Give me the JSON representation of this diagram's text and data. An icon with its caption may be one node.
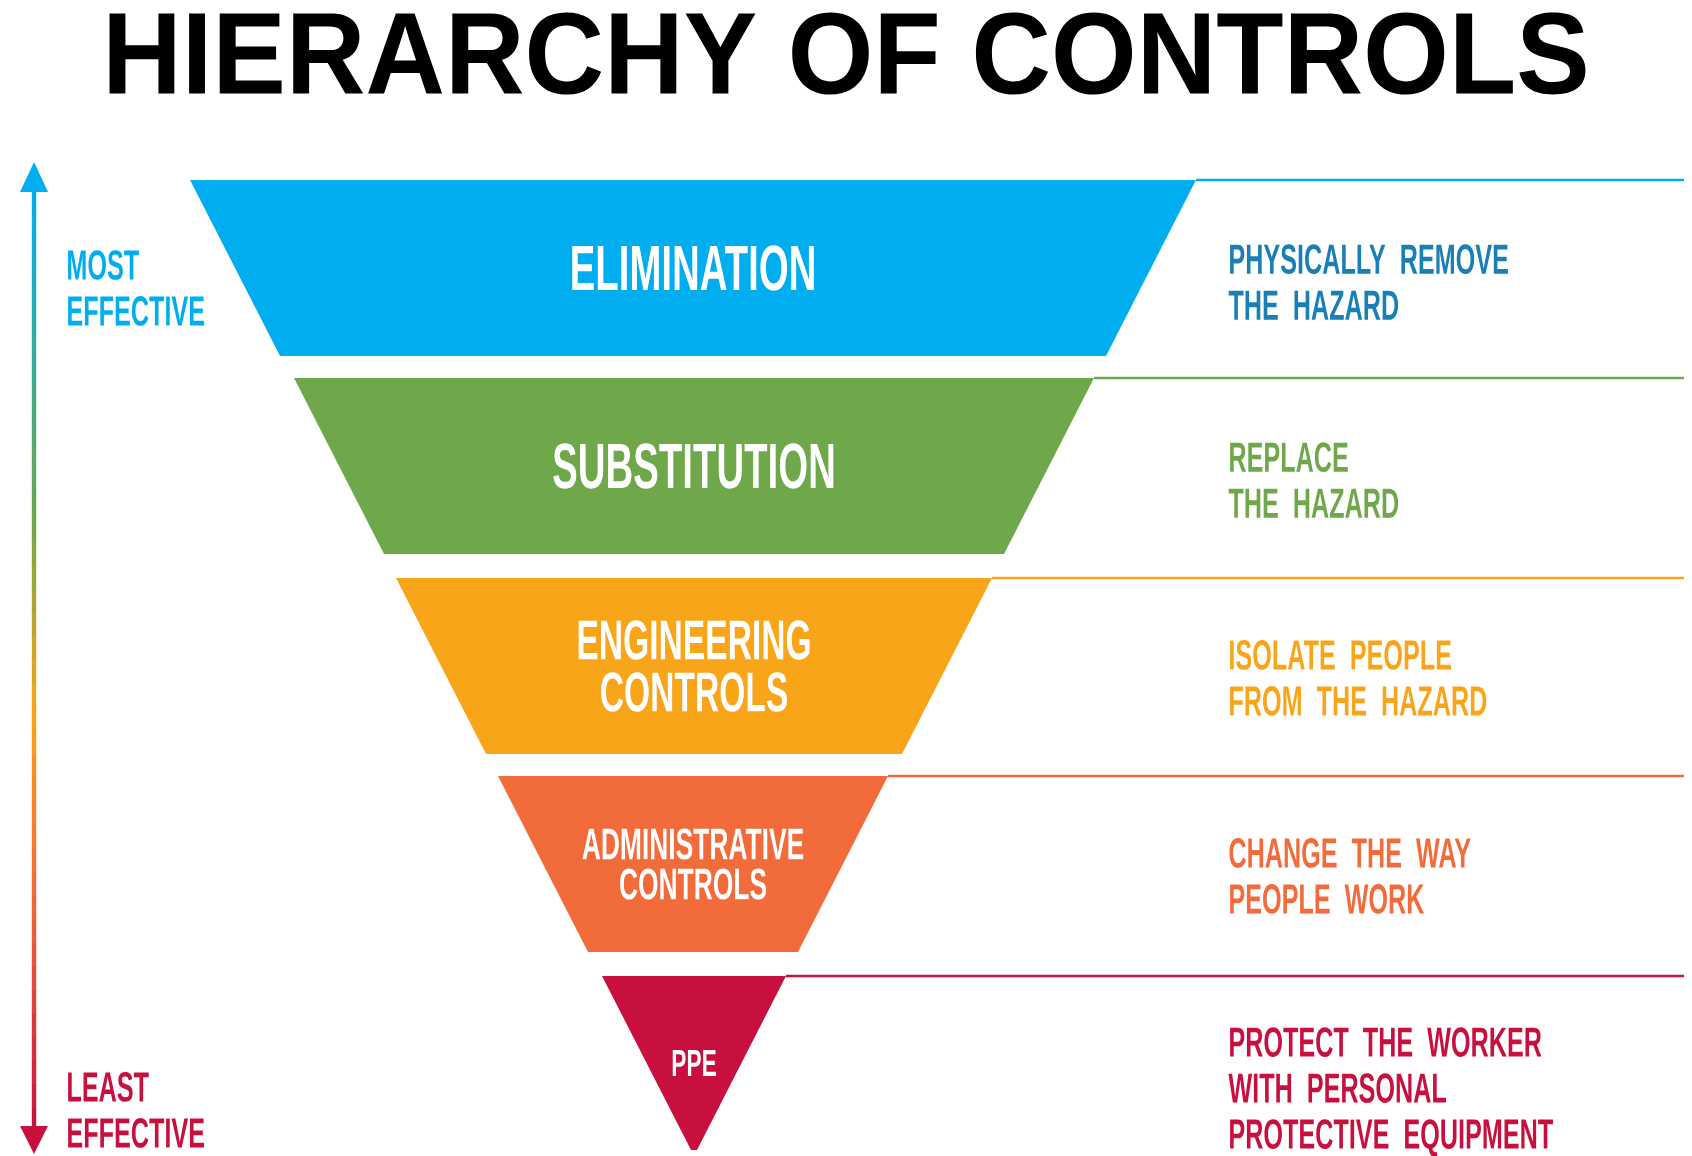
{
  "diagram": {
    "title": "HIERARCHY OF CONTROLS",
    "nodes": [
      {
        "text": [
          "ELIMINATION"
        ]
      },
      {
        "text": [
          "SUBSTITUTION"
        ]
      },
      {
        "text": [
          "ENGINEERING CONTROLS"
        ]
      },
      {
        "text": [
          "ADMINISTRATIVE CONTROLS"
        ]
      },
      {
        "text": [
          "PPE"
        ]
      }
    ],
    "labels": [
      "MOST EFFECTIVE",
      "PHYSICALLY REMOVE THE HAZARD",
      "REPLACE THE HAZARD",
      "ISOLATE PEOPLE FROM THE HAZARD",
      "CHANGE THE WAY PEOPLE WORK",
      "PROTECT THE WORKER WITH PERSONAL PROTECTIVE EQUIPMENT",
      "LEAST EFFECTIVE"
    ]
  }
}
